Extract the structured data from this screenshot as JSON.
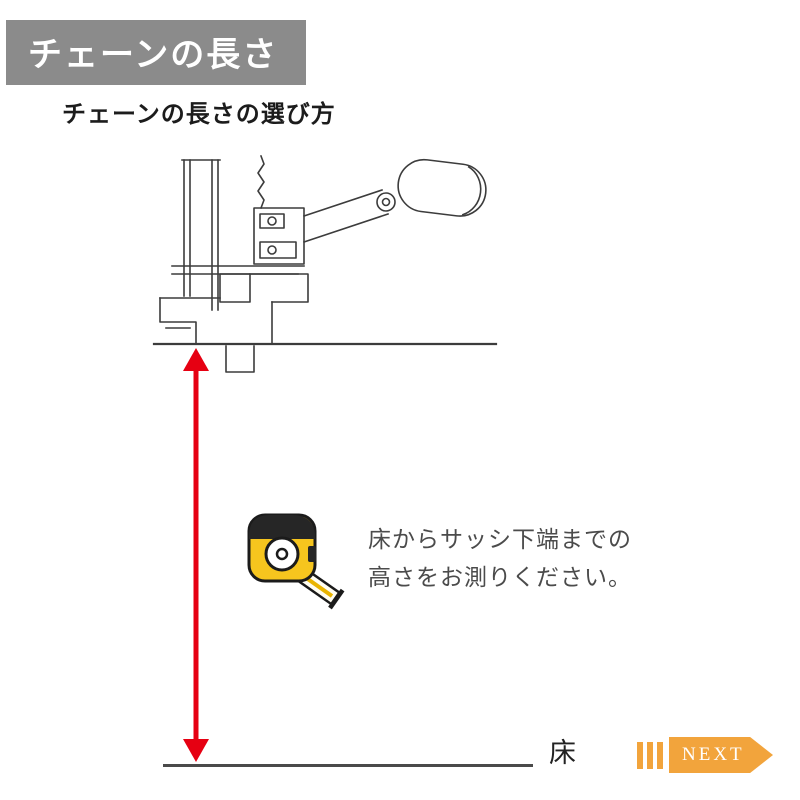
{
  "header": {
    "banner": "チェーンの長さ",
    "subtitle": "チェーンの長さの選び方"
  },
  "instruction": {
    "line1": "床からサッシ下端までの",
    "line2": "高さをお測りください。"
  },
  "floor": {
    "label": "床"
  },
  "next": {
    "label": "NEXT"
  },
  "icons": {
    "diagram": "window-sash-cross-section-diagram",
    "arrow": "measurement-arrow-icon",
    "tape": "tape-measure-icon",
    "next": "next-arrow-icon"
  },
  "colors": {
    "banner_bg": "#8b8b8b",
    "arrow_red": "#e60012",
    "accent_orange": "#f2a43c",
    "tape_yellow": "#f6c51e",
    "line_color": "#3c3c3c"
  }
}
